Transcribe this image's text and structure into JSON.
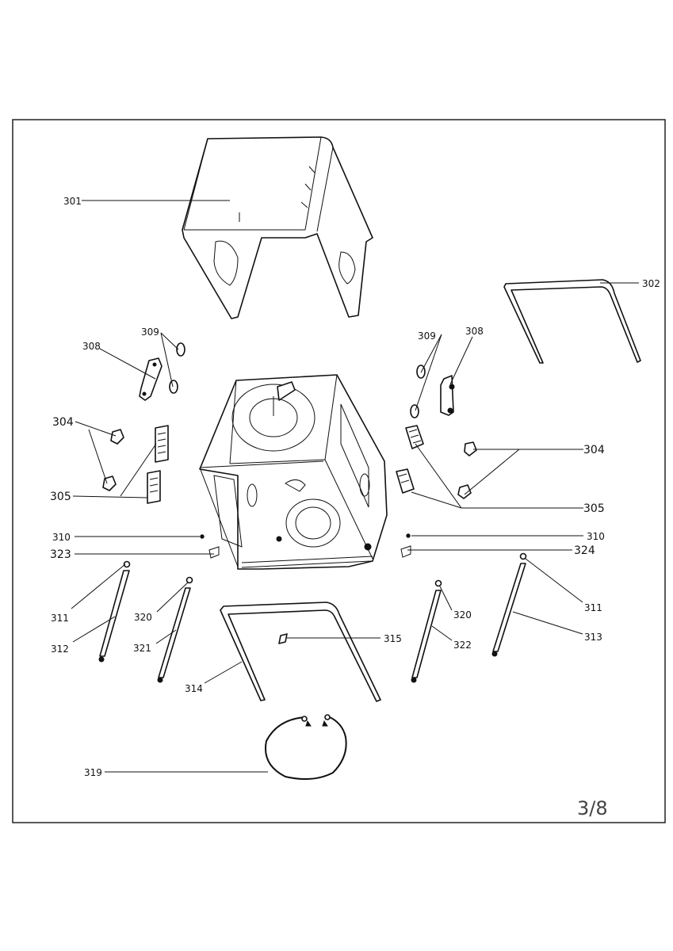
{
  "labels": {
    "l301": "301",
    "l302": "302",
    "l308a": "308",
    "l309a": "309",
    "l308b": "308",
    "l309b": "309",
    "l304a": "304",
    "l304b": "304",
    "l305a": "305",
    "l305b": "305",
    "l310a": "310",
    "l310b": "310",
    "l323": "323",
    "l324": "324",
    "l311a": "311",
    "l311b": "311",
    "l312": "312",
    "l313": "313",
    "l320a": "320",
    "l320b": "320",
    "l321": "321",
    "l322": "322",
    "l314": "314",
    "l315": "315",
    "l319": "319"
  },
  "page_number": "3/8"
}
